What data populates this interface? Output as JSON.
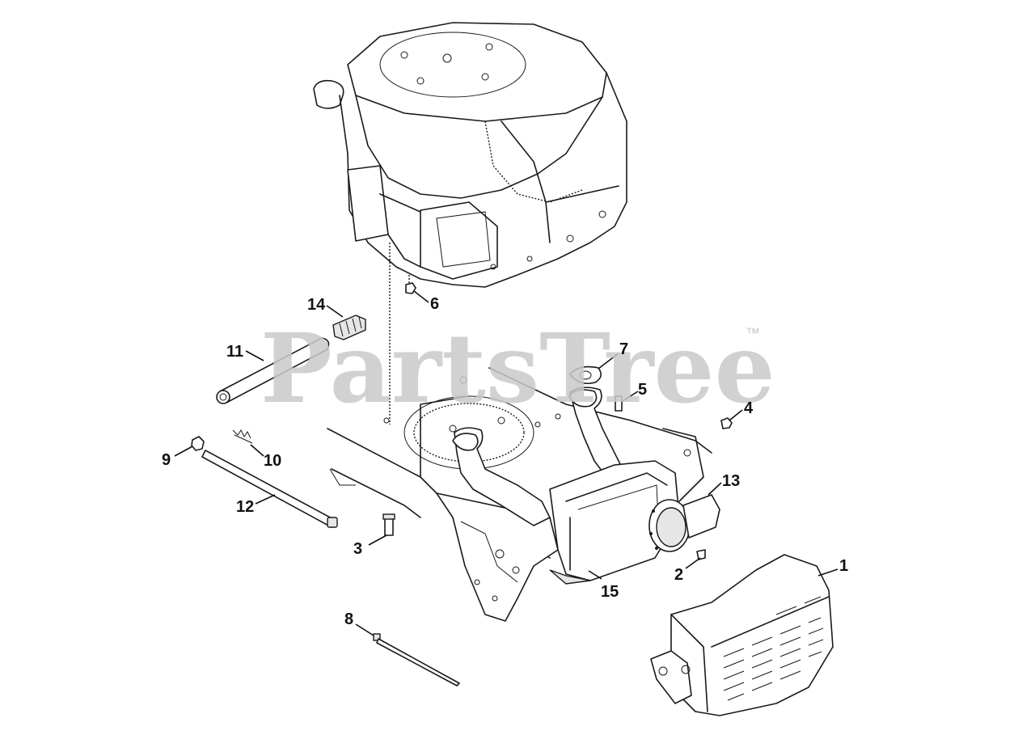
{
  "watermark": {
    "brand": "PartsTree",
    "trademark": "™"
  },
  "callouts": [
    {
      "id": "1",
      "part": "muffler-heat-shield"
    },
    {
      "id": "2",
      "part": "screw"
    },
    {
      "id": "3",
      "part": "bolt"
    },
    {
      "id": "4",
      "part": "nut"
    },
    {
      "id": "5",
      "part": "stud"
    },
    {
      "id": "6",
      "part": "nut"
    },
    {
      "id": "7",
      "part": "exhaust-gasket"
    },
    {
      "id": "8",
      "part": "cable-tie"
    },
    {
      "id": "9",
      "part": "nut"
    },
    {
      "id": "10",
      "part": "spring"
    },
    {
      "id": "11",
      "part": "tube"
    },
    {
      "id": "12",
      "part": "rod"
    },
    {
      "id": "13",
      "part": "spark-arrestor"
    },
    {
      "id": "14",
      "part": "clamp"
    },
    {
      "id": "15",
      "part": "muffler"
    }
  ],
  "colors": {
    "line": "#1a1a1a",
    "watermark": "#c9c9c9",
    "background": "#ffffff"
  }
}
